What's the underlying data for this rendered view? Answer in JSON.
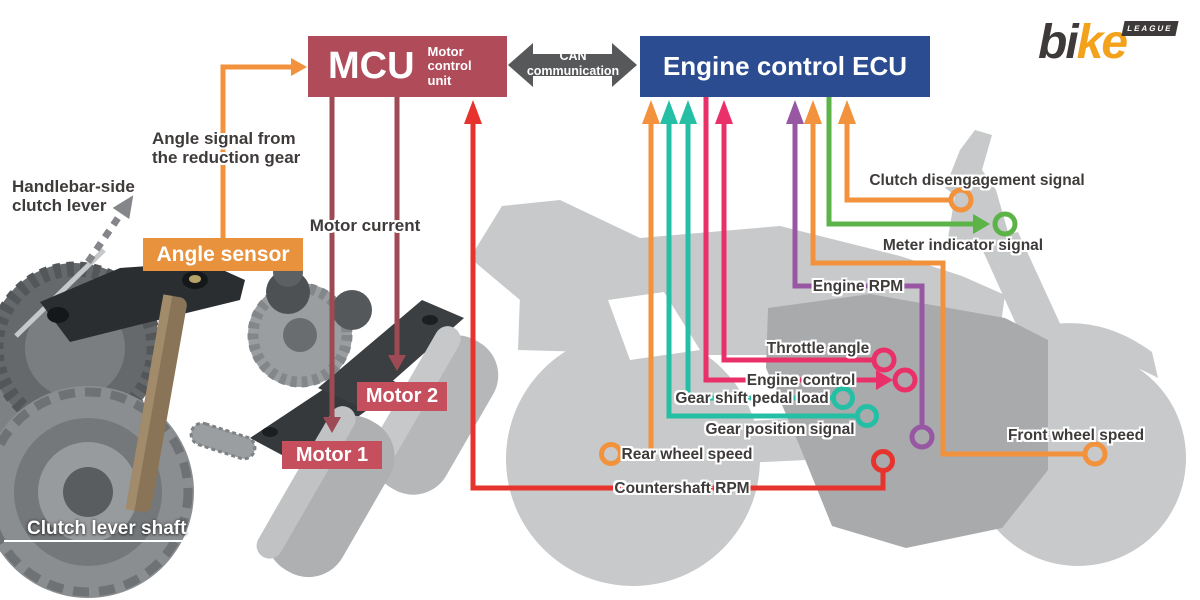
{
  "header": {
    "logo": {
      "text_dark": "bi",
      "text_accent": "ke",
      "badge": "LEAGUE"
    }
  },
  "boxes": {
    "mcu": {
      "title": "MCU",
      "subtitle": "Motor control unit"
    },
    "can": {
      "label": "CAN communication"
    },
    "ecu": {
      "title": "Engine control ECU"
    },
    "angle_sensor": {
      "label": "Angle sensor"
    },
    "motor1": {
      "label": "Motor 1"
    },
    "motor2": {
      "label": "Motor 2"
    }
  },
  "annotations": {
    "angle_signal": "Angle signal from the reduction gear",
    "handlebar_clutch_lever": "Handlebar-side clutch lever",
    "motor_current": "Motor current",
    "clutch_lever_shaft": "Clutch lever shaft"
  },
  "signals": [
    {
      "name": "clutch-disengagement-signal",
      "label": "Clutch disengagement signal",
      "color": "#f2923c",
      "direction": "to-ecu"
    },
    {
      "name": "meter-indicator-signal",
      "label": "Meter indicator signal",
      "color": "#5cb348",
      "direction": "from-ecu"
    },
    {
      "name": "engine-rpm",
      "label": "Engine RPM",
      "color": "#9857a3",
      "direction": "to-ecu"
    },
    {
      "name": "throttle-angle",
      "label": "Throttle angle",
      "color": "#ea3069",
      "direction": "to-ecu"
    },
    {
      "name": "engine-control",
      "label": "Engine control",
      "color": "#ea3069",
      "direction": "from-ecu"
    },
    {
      "name": "gear-shift-pedal-load",
      "label": "Gear shift pedal load",
      "color": "#25bfa5",
      "direction": "to-ecu"
    },
    {
      "name": "gear-position-signal",
      "label": "Gear position signal",
      "color": "#25bfa5",
      "direction": "to-ecu"
    },
    {
      "name": "rear-wheel-speed",
      "label": "Rear wheel speed",
      "color": "#f2923c",
      "direction": "to-ecu"
    },
    {
      "name": "front-wheel-speed",
      "label": "Front wheel speed",
      "color": "#f2923c",
      "direction": "to-ecu"
    },
    {
      "name": "countershaft-rpm",
      "label": "Countershaft RPM",
      "color": "#e6332d",
      "direction": "to-mcu"
    }
  ],
  "colors": {
    "orange": "#f2923c",
    "teal": "#25bfa5",
    "pink": "#ea3069",
    "purple": "#9857a3",
    "green": "#5cb348",
    "red": "#e6332d",
    "maroon": "#9d4a54",
    "mcu": "#b04c5a",
    "motor": "#c64f5d",
    "ecu": "#2b4c90",
    "can": "#57585a",
    "sensor": "#e8923e",
    "bike": "#c7c9ca",
    "engine": "#a8aaac",
    "label": "#3f3b3a",
    "logo-dark": "#3e3a39",
    "logo-orange": "#f3a21b"
  }
}
